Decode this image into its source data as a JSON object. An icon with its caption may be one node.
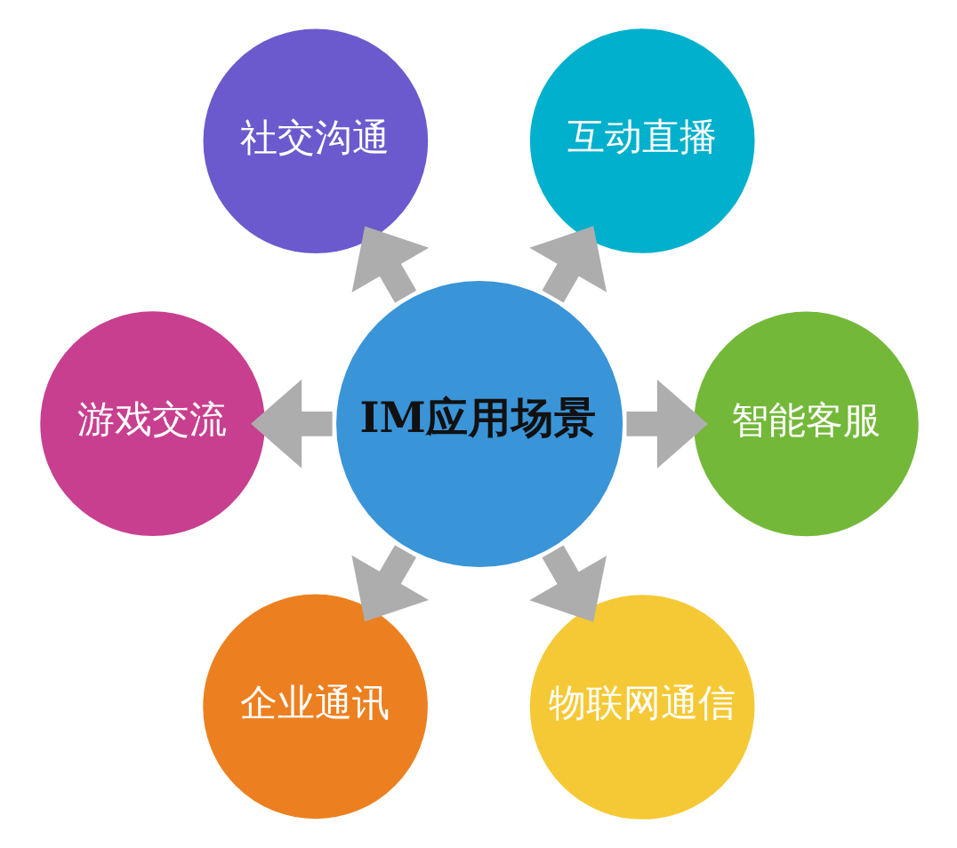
{
  "diagram": {
    "nodes": [
      {
        "text": [
          "社交沟通"
        ]
      },
      {
        "text": [
          "互动直播"
        ]
      },
      {
        "text": [
          "游戏交流"
        ]
      },
      {
        "text": [
          "IM应用场景"
        ]
      },
      {
        "text": [
          "智能客服"
        ]
      },
      {
        "text": [
          "企业通讯"
        ]
      },
      {
        "text": [
          "物联网通信"
        ]
      }
    ],
    "edges": [
      {
        "from": 3,
        "to": 4,
        "arrow": "to"
      },
      {
        "from": 3,
        "to": 1,
        "arrow": "to"
      },
      {
        "from": 3,
        "to": 0,
        "arrow": "to"
      },
      {
        "from": 3,
        "to": 2,
        "arrow": "to"
      },
      {
        "from": 3,
        "to": 5,
        "arrow": "to"
      },
      {
        "from": 3,
        "to": 6,
        "arrow": "to"
      }
    ]
  }
}
